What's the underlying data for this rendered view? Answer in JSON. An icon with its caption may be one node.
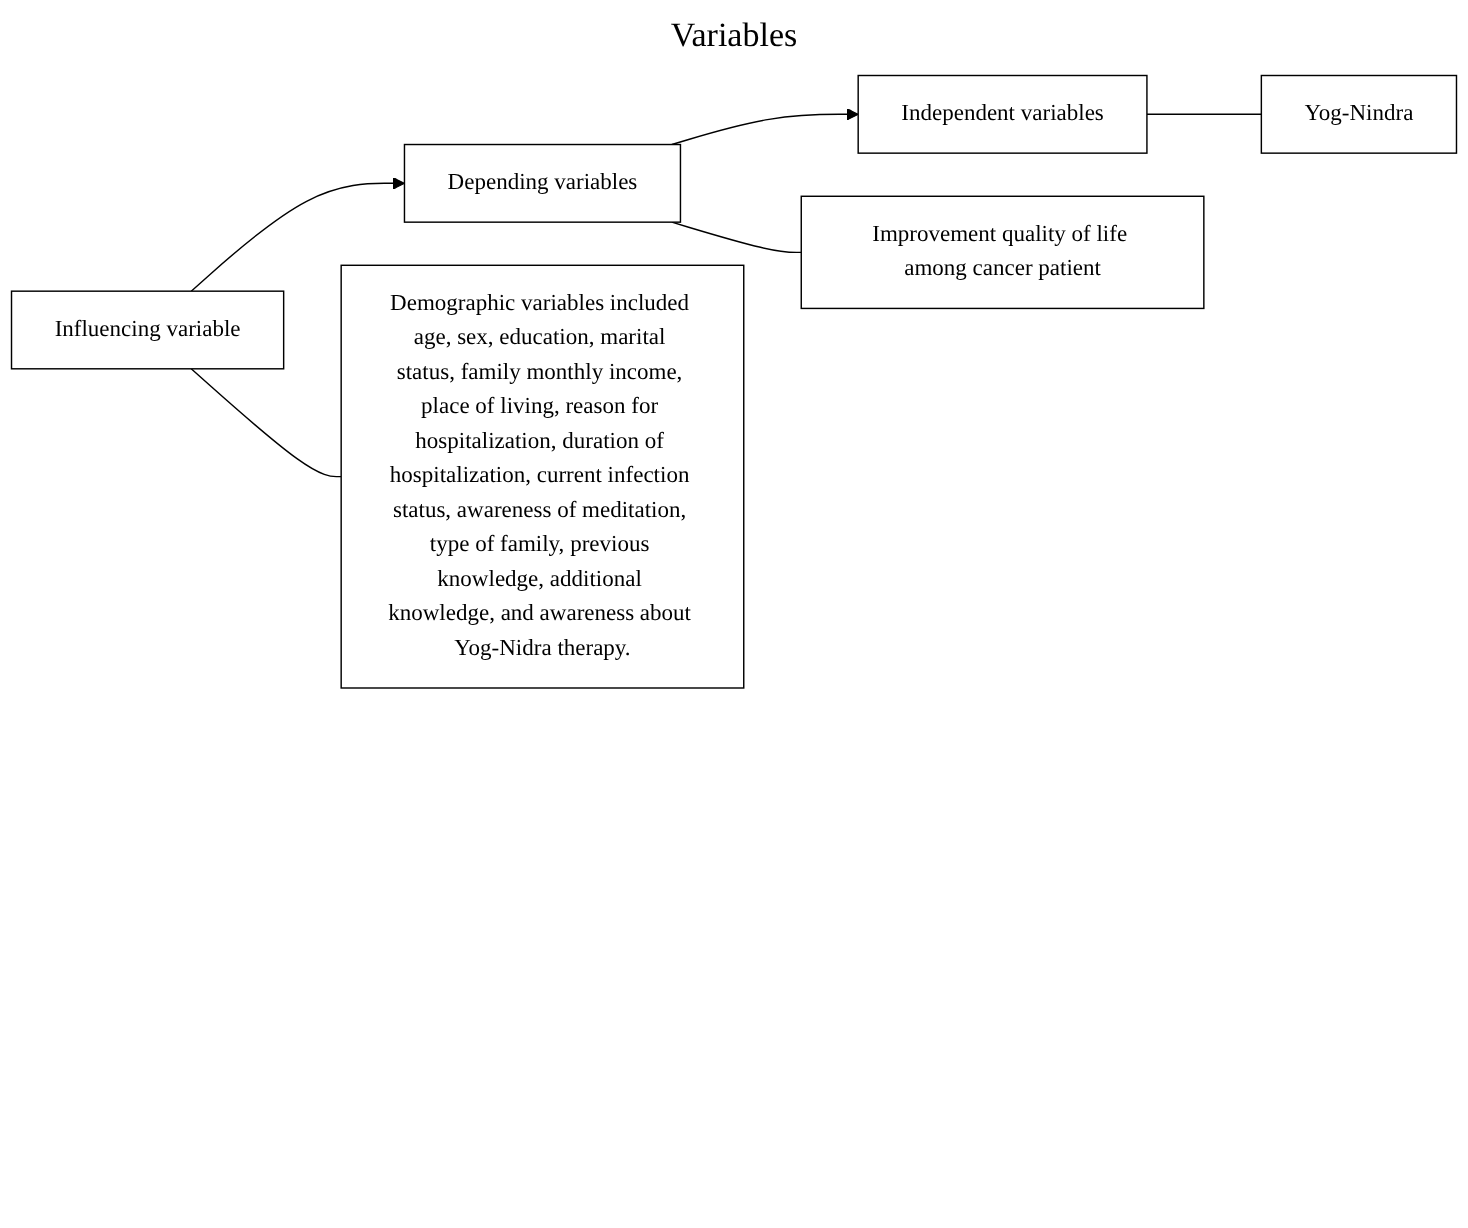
{
  "diagram": {
    "title": "Variables",
    "nodes": [
      {
        "text": [
          "Influencing variable"
        ]
      },
      {
        "text": [
          "Depending variables"
        ]
      },
      {
        "text": [
          "Independent variables"
        ]
      },
      {
        "text": [
          "Demographic variables included age, sex, education, marital status, family monthly income, place of living, reason for hospitalization, duration of hospitalization, current infection status, awareness of meditation, type of family, previous knowledge, additional knowledge, and awareness about Yog-Nidra therapy."
        ]
      },
      {
        "text": [
          "Improvement quality of life among cancer patient"
        ]
      },
      {
        "text": [
          "Yog-Nindra"
        ]
      }
    ],
    "edges": [
      {
        "from": 0,
        "to": 1,
        "arrow": "to"
      },
      {
        "from": 1,
        "to": 2,
        "arrow": "to"
      },
      {
        "from": 0,
        "to": 3,
        "arrow": "none"
      },
      {
        "from": 1,
        "to": 4,
        "arrow": "none"
      },
      {
        "from": 2,
        "to": 5,
        "arrow": "none"
      }
    ]
  }
}
